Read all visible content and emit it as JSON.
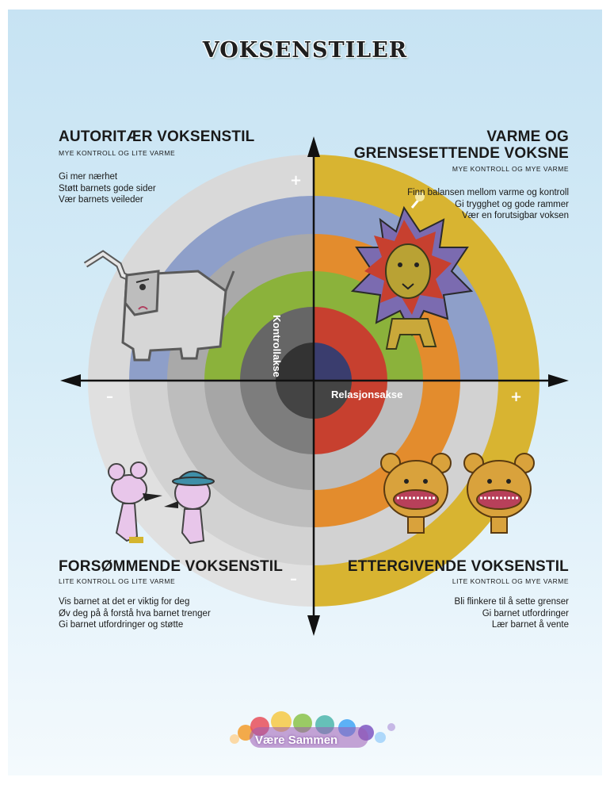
{
  "title": "VOKSENSTILER",
  "axes": {
    "vertical": "Kontrollakse",
    "horizontal": "Relasjonsakse",
    "plus": "+",
    "minus": "–"
  },
  "quadrants": {
    "top_left": {
      "title": "AUTORITÆR VOKSENSTIL",
      "subtitle": "MYE KONTROLL OG LITE VARME",
      "items": [
        "Gi mer nærhet",
        "Støtt barnets gode sider",
        "Vær barnets veileder"
      ]
    },
    "top_right": {
      "title": "VARME OG\nGRENSESETTENDE VOKSNE",
      "subtitle": "MYE KONTROLL OG MYE VARME",
      "items": [
        "Finn balansen mellom varme og kontroll",
        "Gi trygghet og gode rammer",
        "Vær en forutsigbar voksen"
      ]
    },
    "bottom_left": {
      "title": "FORSØMMENDE VOKSENSTIL",
      "subtitle": "LITE KONTROLL OG LITE VARME",
      "items": [
        "Vis barnet at det er viktig for deg",
        "Øv deg på å forstå hva barnet trenger",
        "Gi barnet utfordringer og støtte"
      ]
    },
    "bottom_right": {
      "title": "ETTERGIVENDE VOKSENSTIL",
      "subtitle": "LITE KONTROLL OG MYE VARME",
      "items": [
        "Bli flinkere til å sette grenser",
        "Gi barnet utfordringer",
        "Lær barnet å vente"
      ]
    }
  },
  "rings": {
    "top_left": [
      "#d9d9d9",
      "#8e9fc9",
      "#a9a9a9",
      "#8bb23b",
      "#666666",
      "#333333"
    ],
    "top_right": [
      "#d8b431",
      "#8e9fc9",
      "#e38c2d",
      "#8bb23b",
      "#c7402f",
      "#3a3d6e"
    ],
    "bottom_left": [
      "#e0e0e0",
      "#d2d2d2",
      "#bdbdbd",
      "#a6a6a6",
      "#7d7d7d",
      "#444444"
    ],
    "bottom_right": [
      "#d8b431",
      "#d2d2d2",
      "#e38c2d",
      "#bdbdbd",
      "#c7402f",
      "#444444"
    ]
  },
  "logo": "Være Sammen",
  "illustrations": [
    "elephant",
    "lion",
    "mice",
    "bears"
  ]
}
